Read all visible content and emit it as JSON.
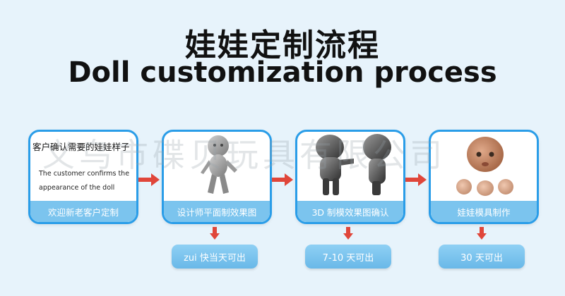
{
  "title": {
    "cn": "娃娃定制流程",
    "en": "Doll customization process"
  },
  "watermark": "义乌市碟贝玩具有限公司",
  "steps": [
    {
      "cn_text": "客户确认需要的娃娃样子",
      "en_text": "The customer confirms the appearance of the doll",
      "caption": "欢迎新老客户定制"
    },
    {
      "caption": "设计师平面制效果图"
    },
    {
      "caption": "3D 制模效果图确认"
    },
    {
      "caption": "娃娃模具制作"
    }
  ],
  "durations": [
    "zui 快当天可出",
    "7-10 天可出",
    "30 天可出"
  ],
  "colors": {
    "card_border": "#2a9de8",
    "caption_bg": "#7bc4ee",
    "arrow": "#e0463a",
    "pill_bg": "#78c2ee",
    "background": "#e7f3fb"
  }
}
